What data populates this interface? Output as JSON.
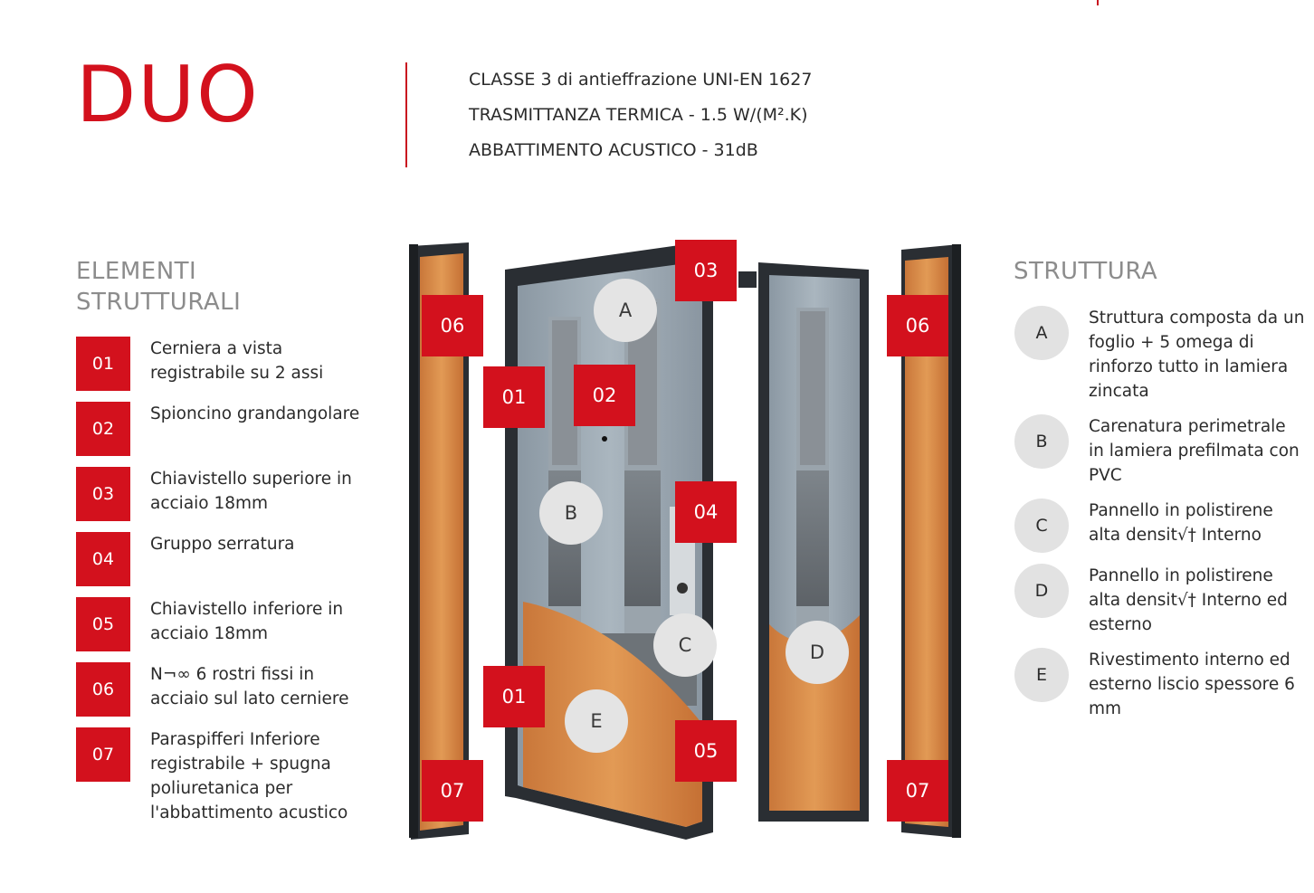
{
  "title": "DUO",
  "specs": [
    "CLASSE 3 di antieffrazione UNI-EN 1627",
    "TRASMITTANZA TERMICA - 1.5 W/(M²",
    "ABBATTIMENTO ACUSTICO - 31dB"
  ],
  "spec_suffix": ".K)",
  "elements": {
    "title_line1": "ELEMENTI",
    "title_line2": "STRUTTURALI",
    "items": [
      {
        "num": "01",
        "line1": "Cerniera a vista",
        "line2": "registrabile su 2 assi"
      },
      {
        "num": "02",
        "line1": "Spioncino grandangolare",
        "line2": ""
      },
      {
        "num": "03",
        "line1": "Chiavistello superiore in",
        "line2": "acciaio 18mm"
      },
      {
        "num": "04",
        "line1": "Gruppo serratura",
        "line2": ""
      },
      {
        "num": "05",
        "line1": "Chiavistello inferiore in",
        "line2": "acciaio 18mm"
      },
      {
        "num": "06",
        "line1": "N¬∞ 6 rostri fissi in",
        "line2": "acciaio sul lato cerniere"
      },
      {
        "num": "07",
        "line1": "Paraspifferi Inferiore",
        "line2": "registrabile + spugna",
        "line3": "poliuretanica per",
        "line4": "l'abbattimento acustico"
      }
    ]
  },
  "structure": {
    "title": "STRUTTURA",
    "items": [
      {
        "letter": "A",
        "lines": [
          "Struttura composta da un",
          "foglio + 5 omega di",
          "rinforzo tutto in lamiera",
          "zincata"
        ]
      },
      {
        "letter": "B",
        "lines": [
          "Carenatura perimetrale",
          "in lamiera prefilmata con",
          "PVC"
        ]
      },
      {
        "letter": "C",
        "lines": [
          "Pannello in polistirene",
          "alta densit√† Interno"
        ]
      },
      {
        "letter": "D",
        "lines": [
          "Pannello in polistirene",
          "alta densit√† Interno ed",
          "esterno"
        ]
      },
      {
        "letter": "E",
        "lines": [
          "Rivestimento interno ed",
          "esterno liscio spessore 6",
          "mm"
        ]
      }
    ]
  },
  "diagram": {
    "callouts": [
      "06",
      "03",
      "06",
      "01",
      "02",
      "04",
      "01",
      "05",
      "07",
      "07"
    ],
    "circles": [
      "A",
      "B",
      "C",
      "D",
      "E"
    ]
  },
  "colors": {
    "accent": "#d3111d",
    "heading_gray": "#8c8c8c",
    "circle_gray": "#e2e2e2",
    "wood": "#d9893f",
    "frame": "#2a2e33",
    "steel": "#9aa5ae"
  }
}
